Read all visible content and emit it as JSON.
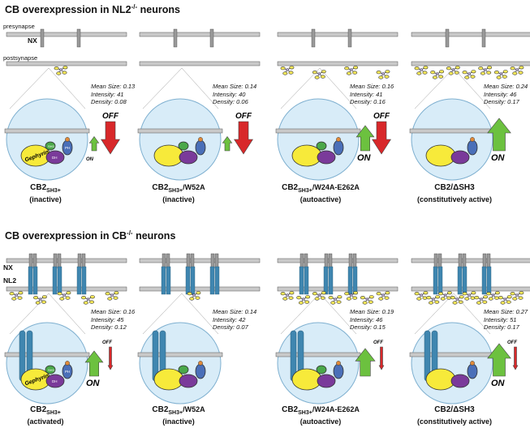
{
  "sections": [
    {
      "title": "CB overexpression in NL2",
      "title_sup": "-/-",
      "title_suffix": " neurons",
      "labels": {
        "presynapse": "presynapse",
        "nx": "NX",
        "postsynapse": "postsynapse"
      },
      "panels": [
        {
          "caption_main": "CB2",
          "caption_sub": "SH3+",
          "caption_suffix": "",
          "caption_line2": "(inactive)",
          "stats": [
            "Mean Size: 0.13",
            "Intensity: 41",
            "Density: 0.08"
          ],
          "switch": {
            "on": "ON",
            "off": "OFF",
            "on_level": 0.25,
            "off_level": 1.0
          },
          "clusters": 1,
          "protein_labels": [
            "Gephyrin",
            "SH3",
            "DH",
            "PH"
          ]
        },
        {
          "caption_main": "CB2",
          "caption_sub": "SH3+",
          "caption_suffix": "/W52A",
          "caption_line2": "(inactive)",
          "stats": [
            "Mean Size: 0.14",
            "Intensity: 40",
            "Density: 0.06"
          ],
          "switch": {
            "on": "",
            "off": "OFF",
            "on_level": 0.25,
            "off_level": 1.0
          },
          "clusters": 0,
          "protein_labels": []
        },
        {
          "caption_main": "CB2",
          "caption_sub": "SH3+",
          "caption_suffix": "/W24A-E262A",
          "caption_line2": "(autoactive)",
          "stats": [
            "Mean Size: 0.16",
            "Intensity: 41",
            "Density: 0.16"
          ],
          "switch": {
            "on": "ON",
            "off": "OFF",
            "on_level": 0.7,
            "off_level": 1.0
          },
          "clusters": 4,
          "protein_labels": []
        },
        {
          "caption_main": "CB2/ΔSH3",
          "caption_sub": "",
          "caption_suffix": "",
          "caption_line2": "(constitutively active)",
          "stats": [
            "Mean Size: 0.24",
            "Intensity: 46",
            "Density: 0.17"
          ],
          "switch": {
            "on": "ON",
            "off": "",
            "on_level": 1.0,
            "off_level": 0.0
          },
          "clusters": 7,
          "protein_labels": []
        }
      ]
    },
    {
      "title": "CB overexpression in CB",
      "title_sup": "-/-",
      "title_suffix": " neurons",
      "labels": {
        "nx": "NX",
        "nl2": "NL2"
      },
      "panels": [
        {
          "caption_main": "CB2",
          "caption_sub": "SH3+",
          "caption_suffix": "",
          "caption_line2": "(activated)",
          "stats": [
            "Mean Size: 0.16",
            "Intensity: 45",
            "Density: 0.12"
          ],
          "switch": {
            "on": "ON",
            "off": "OFF",
            "on_level": 0.7,
            "off_level": 0.6
          },
          "clusters": 5,
          "protein_labels": [
            "NL2",
            "Gephyrin",
            "SH3",
            "DH",
            "PH"
          ]
        },
        {
          "caption_main": "CB2",
          "caption_sub": "SH3+",
          "caption_suffix": "/W52A",
          "caption_line2": "(inactive)",
          "stats": [
            "Mean Size: 0.14",
            "Intensity: 42",
            "Density: 0.07"
          ],
          "switch": {
            "on": "",
            "off": "",
            "on_level": 0.0,
            "off_level": 0.0
          },
          "clusters": 1,
          "protein_labels": []
        },
        {
          "caption_main": "CB2",
          "caption_sub": "SH3+",
          "caption_suffix": "/W24A-E262A",
          "caption_line2": "(autoactive)",
          "stats": [
            "Mean Size: 0.19",
            "Intensity: 46",
            "Density: 0.15"
          ],
          "switch": {
            "on": "",
            "off": "OFF",
            "on_level": 0.8,
            "off_level": 0.6
          },
          "clusters": 7,
          "protein_labels": []
        },
        {
          "caption_main": "CB2/ΔSH3",
          "caption_sub": "",
          "caption_suffix": "",
          "caption_line2": "(constitutively active)",
          "stats": [
            "Mean Size: 0.27",
            "Intensity: 51",
            "Density: 0.17"
          ],
          "switch": {
            "on": "ON",
            "off": "OFF",
            "on_level": 1.0,
            "off_level": 0.6
          },
          "clusters": 9,
          "protein_labels": []
        }
      ]
    }
  ],
  "colors": {
    "membrane": "#c9c9c9",
    "membrane_stroke": "#555555",
    "cell_fill": "#d8ecf8",
    "cell_stroke": "#7fb0d0",
    "gephyrin": "#f7ea3a",
    "sh3": "#4aa84a",
    "dh": "#7a3a9a",
    "ph": "#4a6fb8",
    "nl2": "#3f86b0",
    "on_arrow": "#6cc13f",
    "off_arrow": "#d8282a",
    "cluster": "#f5e858"
  }
}
